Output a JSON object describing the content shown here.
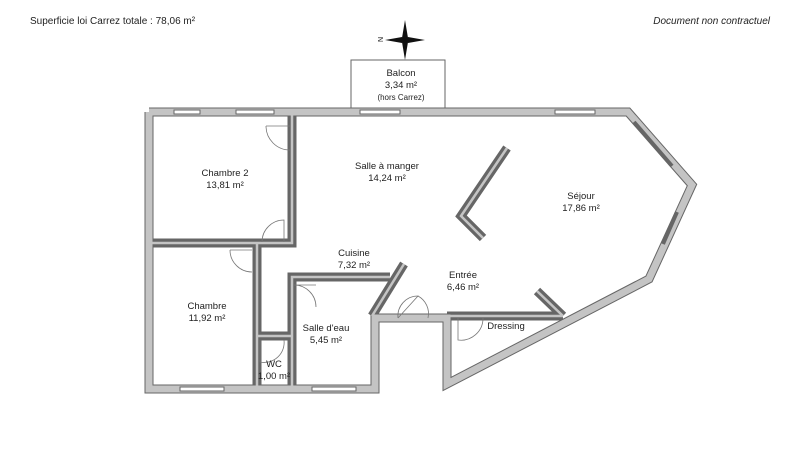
{
  "header": {
    "total_label": "Superficie loi Carrez totale :  78,06 m²",
    "disclaimer": "Document non contractuel"
  },
  "compass": {
    "north_label": "N"
  },
  "rooms": {
    "balcon": {
      "name": "Balcon",
      "area": "3,34 m²",
      "note": "(hors Carrez)"
    },
    "chambre2": {
      "name": "Chambre 2",
      "area": "13,81 m²"
    },
    "salle_manger": {
      "name": "Salle à manger",
      "area": "14,24 m²"
    },
    "sejour": {
      "name": "Séjour",
      "area": "17,86 m²"
    },
    "cuisine": {
      "name": "Cuisine",
      "area": "7,32 m²"
    },
    "entree": {
      "name": "Entrée",
      "area": "6,46 m²"
    },
    "chambre": {
      "name": "Chambre",
      "area": "11,92 m²"
    },
    "salle_eau": {
      "name": "Salle d'eau",
      "area": "5,45 m²"
    },
    "wc": {
      "name": "WC",
      "area": "1,00 m²"
    },
    "dressing": {
      "name": "Dressing"
    }
  },
  "colors": {
    "wall": "#c4c4c4",
    "wall_edge": "#555555"
  }
}
